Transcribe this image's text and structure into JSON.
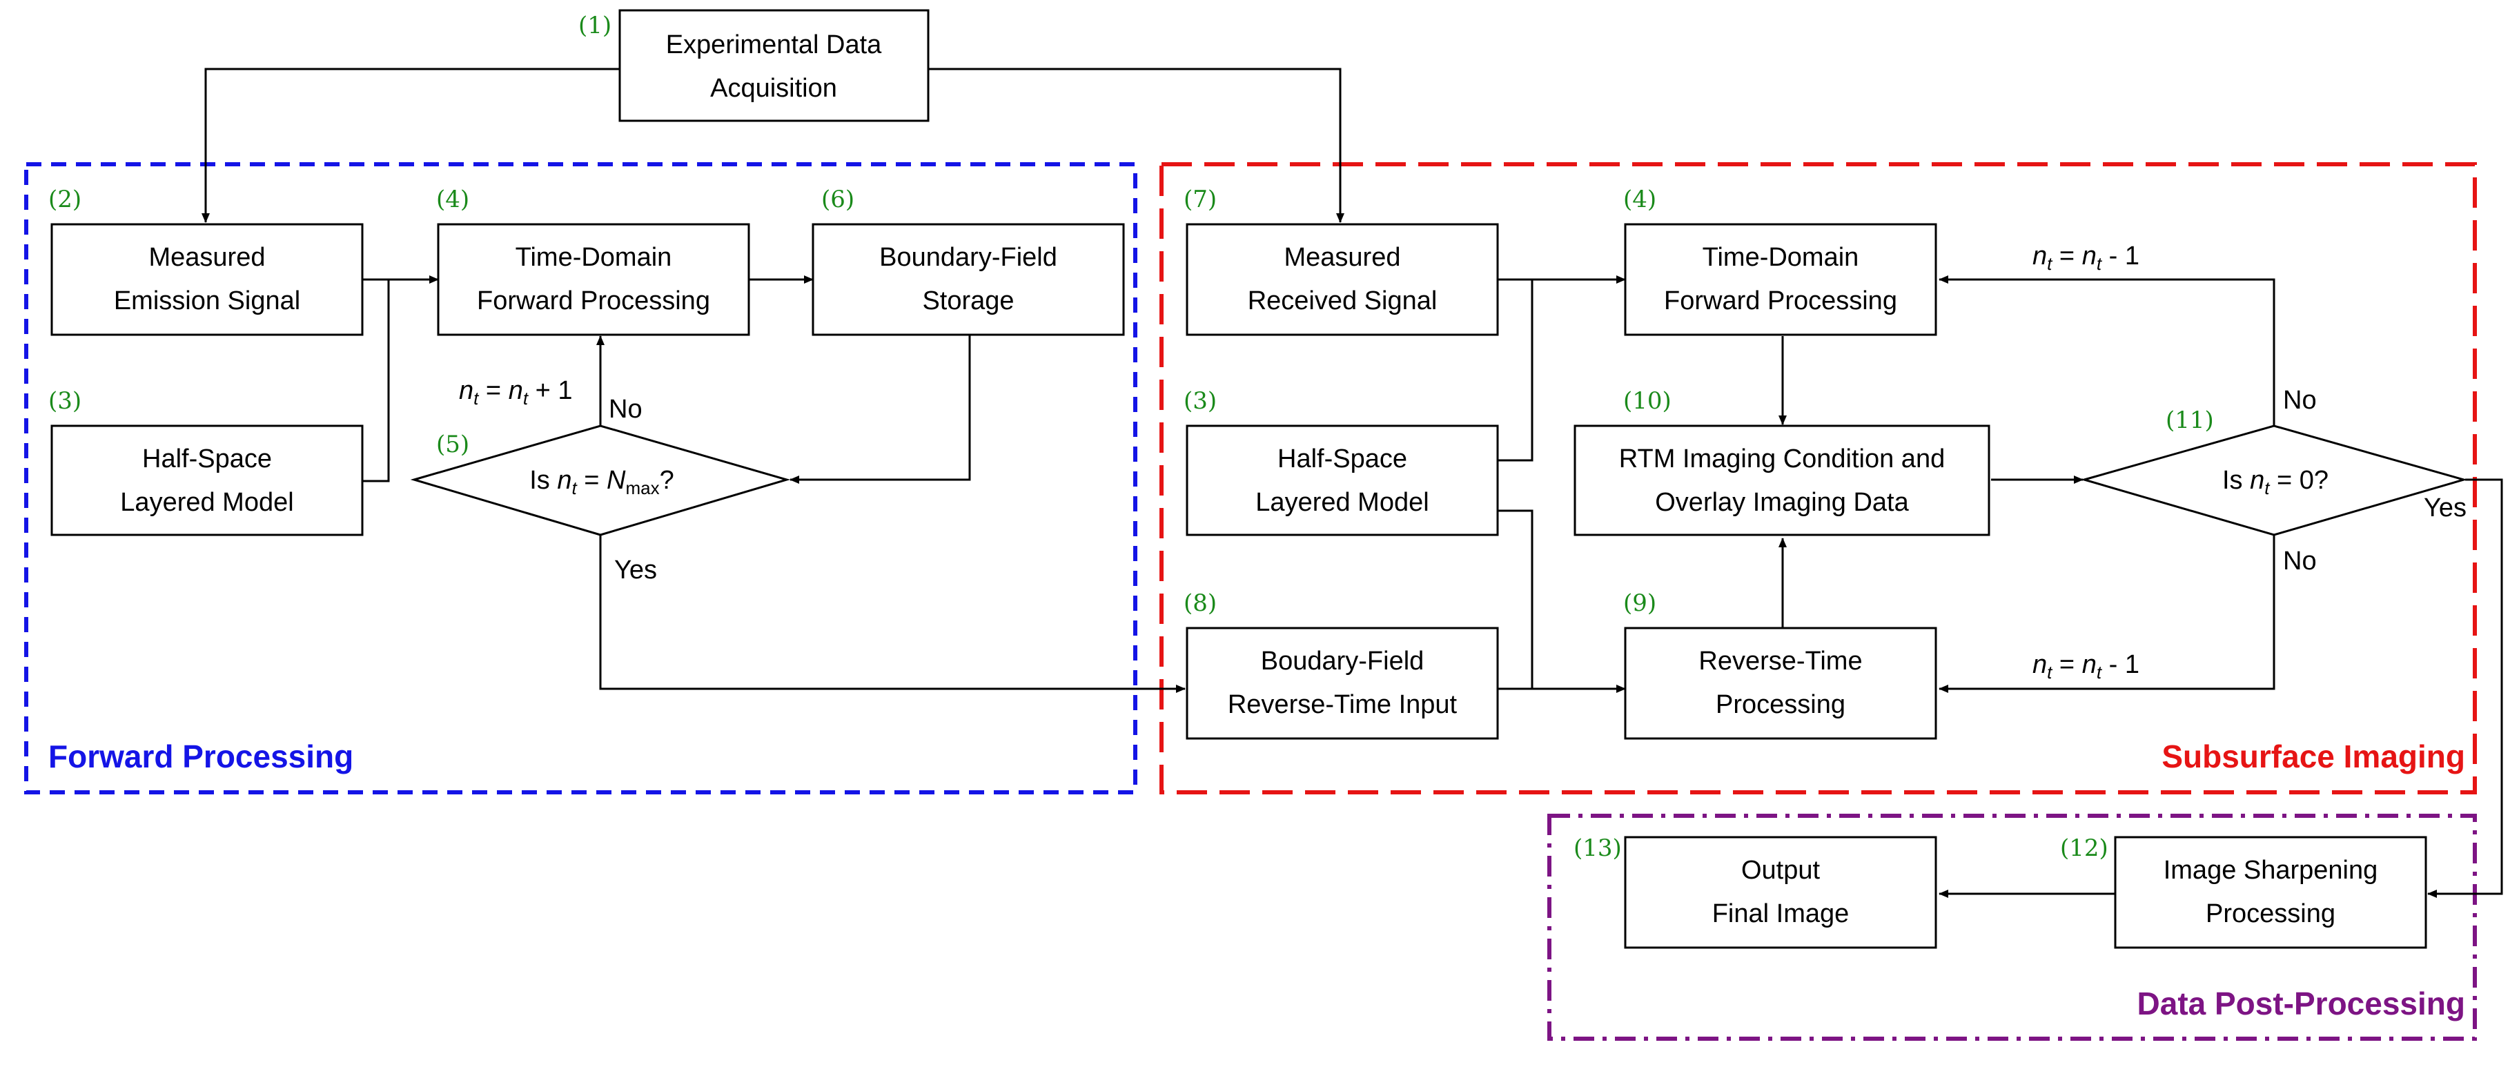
{
  "regions": {
    "forward": {
      "title": "Forward Processing",
      "color": "#1414e6"
    },
    "imaging": {
      "title": "Subsurface Imaging",
      "color": "#e61414"
    },
    "post": {
      "title": "Data Post-Processing",
      "color": "#7d1484"
    }
  },
  "steps": {
    "acq": {
      "number": "(1)",
      "line1": "Experimental Data",
      "line2": "Acquisition"
    },
    "emission": {
      "number": "(2)",
      "line1": "Measured",
      "line2": "Emission Signal"
    },
    "halfspace_fwd": {
      "number": "(3)",
      "line1": "Half-Space",
      "line2": "Layered Model"
    },
    "td_fwd_a": {
      "number": "(4)",
      "line1": "Time-Domain",
      "line2": "Forward Processing"
    },
    "decision_nmax": {
      "number": "(5)",
      "prefix": "Is ",
      "var": "n",
      "var_sub": "t",
      "mid": " = ",
      "var2": "N",
      "var2_sub": "max",
      "suffix": "?"
    },
    "boundary_storage": {
      "number": "(6)",
      "line1": "Boundary-Field",
      "line2": "Storage"
    },
    "received": {
      "number": "(7)",
      "line1": "Measured",
      "line2": "Received Signal"
    },
    "td_fwd_b": {
      "number": "(4)",
      "line1": "Time-Domain",
      "line2": "Forward Processing"
    },
    "halfspace_img": {
      "number": "(3)",
      "line1": "Half-Space",
      "line2": "Layered Model"
    },
    "rtm": {
      "number": "(10)",
      "line1": "RTM Imaging Condition and",
      "line2": "Overlay Imaging Data"
    },
    "decision_zero": {
      "number": "(11)",
      "prefix": "Is ",
      "var": "n",
      "var_sub": "t",
      "suffix": " = 0?"
    },
    "boundary_input": {
      "number": "(8)",
      "line1": "Boudary-Field",
      "line2": "Reverse-Time Input"
    },
    "reverse": {
      "number": "(9)",
      "line1": "Reverse-Time",
      "line2": "Processing"
    },
    "sharpen": {
      "number": "(12)",
      "line1": "Image Sharpening",
      "line2": "Processing"
    },
    "output": {
      "number": "(13)",
      "line1": "Output",
      "line2": "Final Image"
    }
  },
  "edge_labels": {
    "no": "No",
    "yes": "Yes",
    "increment": {
      "var": "n",
      "sub": "t",
      "mid": " = ",
      "var2": "n",
      "sub2": "t",
      "tail": " + 1"
    },
    "decrement": {
      "var": "n",
      "sub": "t",
      "mid": " = ",
      "var2": "n",
      "sub2": "t",
      "tail": " - 1"
    }
  }
}
